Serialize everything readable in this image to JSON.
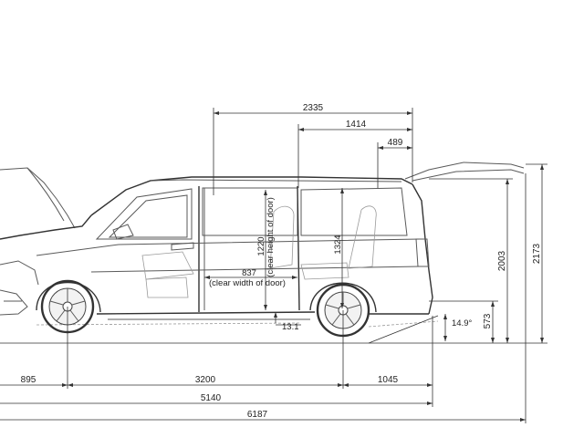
{
  "dimensions": {
    "width_top": "2335",
    "rear_opening_length": "1414",
    "rear_section": "489",
    "door_clear_height": "1220",
    "door_clear_height_note": "(clear height of door)",
    "door_clear_width": "837",
    "door_clear_width_note": "(clear width of door)",
    "interior_height": "1324",
    "load_sill_offset": "13.1",
    "departure_angle": "14.9°",
    "rear_sill_height": "573",
    "height_lower": "2003",
    "height_total": "2173",
    "front_overhang": "895",
    "wheelbase": "3200",
    "rear_overhang": "1045",
    "length_body": "5140",
    "length_total": "6187"
  }
}
